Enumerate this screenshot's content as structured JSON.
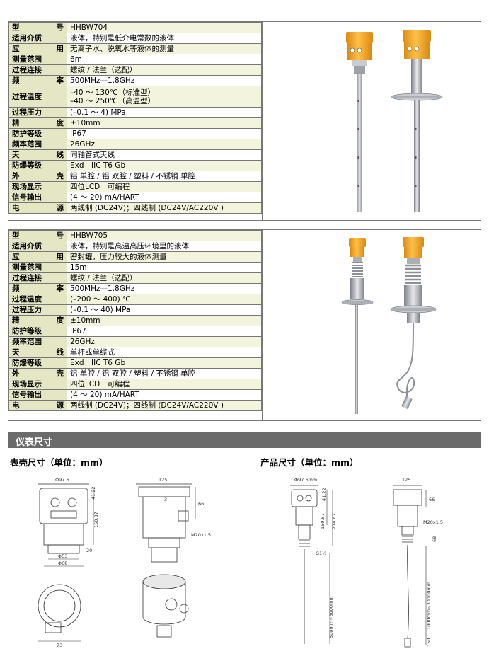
{
  "block1": {
    "rows": [
      {
        "k": "型　　号",
        "v": "HHBW704"
      },
      {
        "k": "适用介质",
        "v": "液体，特别是低介电常数的液体"
      },
      {
        "k": "应　　用",
        "v": "无离子水、脱氧水等液体的测量"
      },
      {
        "k": "测量范围",
        "v": "6m"
      },
      {
        "k": "过程连接",
        "v": "螺纹 / 法兰（选配）"
      },
      {
        "k": "频　　率",
        "v": "500MHz—1.8GHz"
      },
      {
        "k": "过程温度",
        "v": "–40 ～ 130℃（标准型）",
        "v2": "–40 ～ 250℃（高温型）"
      },
      {
        "k": "过程压力",
        "v": "(–0.1 ～ 4) MPa"
      },
      {
        "k": "精　　度",
        "v": "±10mm"
      },
      {
        "k": "防护等级",
        "v": "IP67"
      },
      {
        "k": "频率范围",
        "v": "26GHz"
      },
      {
        "k": "天　　线",
        "v": "同轴管式天线"
      },
      {
        "k": "防爆等级",
        "v": "Exd　IIC T6 Gb"
      },
      {
        "k": "外　　壳",
        "v": "铝 单腔 / 铝 双腔 / 塑料 / 不锈钢 单腔"
      },
      {
        "k": "现场显示",
        "v": "四位LCD　可编程"
      },
      {
        "k": "信号输出",
        "v": "(4 ～ 20) mA/HART"
      },
      {
        "k": "电　　源",
        "v": "两线制 (DC24V)；四线制 (DC24V/AC220V )"
      }
    ]
  },
  "block2": {
    "rows": [
      {
        "k": "型　　号",
        "v": "HHBW705"
      },
      {
        "k": "适用介质",
        "v": "液体，特别是高温高压环境里的液体"
      },
      {
        "k": "应　　用",
        "v": "密封罐，压力较大的液体测量"
      },
      {
        "k": "测量范围",
        "v": "15m"
      },
      {
        "k": "过程连接",
        "v": "螺纹 / 法兰（选配）"
      },
      {
        "k": "频　　率",
        "v": "500MHz—1.8GHz"
      },
      {
        "k": "过程温度",
        "v": "(–200 ～ 400) ℃"
      },
      {
        "k": "过程压力",
        "v": "(–0.1 ～ 40) MPa"
      },
      {
        "k": "精　　度",
        "v": "±10mm"
      },
      {
        "k": "防护等级",
        "v": "IP67"
      },
      {
        "k": "频率范围",
        "v": "26GHz"
      },
      {
        "k": "天　　线",
        "v": "单杆或单缆式"
      },
      {
        "k": "防爆等级",
        "v": "Exd　IIC T6 Gb"
      },
      {
        "k": "外　　壳",
        "v": "铝 单腔 / 铝 双腔 / 塑料 / 不锈钢 单腔"
      },
      {
        "k": "现场显示",
        "v": "四位LCD　可编程"
      },
      {
        "k": "信号输出",
        "v": "(4 ～ 20) mA/HART"
      },
      {
        "k": "电　　源",
        "v": "两线制 (DC24V)；四线制 (DC24V/AC220V )"
      }
    ]
  },
  "section": {
    "title": "仪表尺寸"
  },
  "subheads": {
    "housing": "表壳尺寸（单位：mm）",
    "product": "产品尺寸（单位：mm）"
  },
  "dims": {
    "d97_6": "Φ97.6",
    "d41_22": "41.22",
    "d150_87": "150.87",
    "d20": "20",
    "d53": "Φ53",
    "d68": "Φ68",
    "d125": "125",
    "d3": "3",
    "d66": "66",
    "m20": "M20x1.5",
    "d73": "73",
    "d97_6mm": "Φ97.6mm",
    "d218_87": "218.87",
    "g1_5": "G1½",
    "range1": "500mm~6000mm",
    "d68b": "68",
    "range2": "1000mm~30000mm",
    "d150": "150"
  },
  "colors": {
    "housing": "#f2a422",
    "housing_dark": "#d98a10",
    "steel": "#b8bcc2",
    "header_cell": "#e4e6c4",
    "bar": "#6b6b6b"
  }
}
